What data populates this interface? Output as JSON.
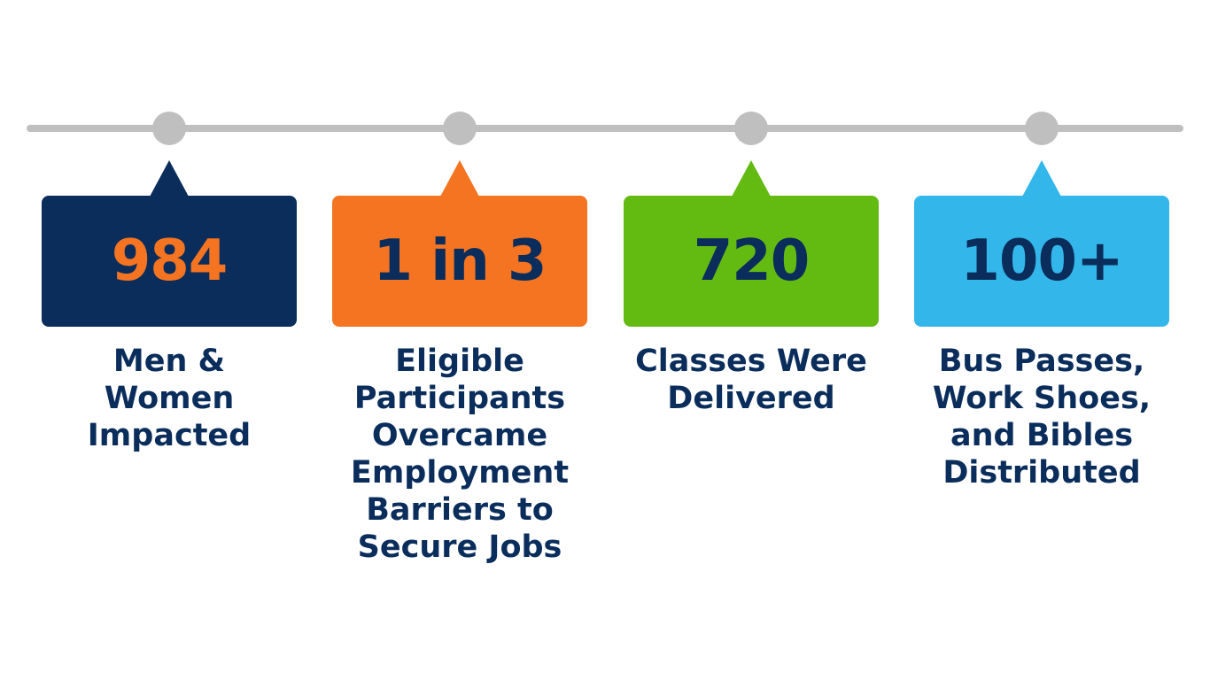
{
  "colors": {
    "navy": "#0a2d5c",
    "orange": "#f47421",
    "green": "#63bb11",
    "sky": "#33b7ea",
    "line": "#bfbfbf"
  },
  "stats": [
    {
      "value": "984",
      "label": "Men &\nWomen\nImpacted",
      "box_color": "#0a2d5c",
      "value_color": "#f47421"
    },
    {
      "value": "1 in 3",
      "label": "Eligible\nParticipants\nOvercame\nEmployment\nBarriers to\nSecure Jobs",
      "box_color": "#f47421",
      "value_color": "#0a2d5c"
    },
    {
      "value": "720",
      "label": "Classes Were\nDelivered",
      "box_color": "#63bb11",
      "value_color": "#0a2d5c"
    },
    {
      "value": "100+",
      "label": "Bus Passes,\nWork Shoes,\nand Bibles\nDistributed",
      "box_color": "#33b7ea",
      "value_color": "#0a2d5c"
    }
  ]
}
